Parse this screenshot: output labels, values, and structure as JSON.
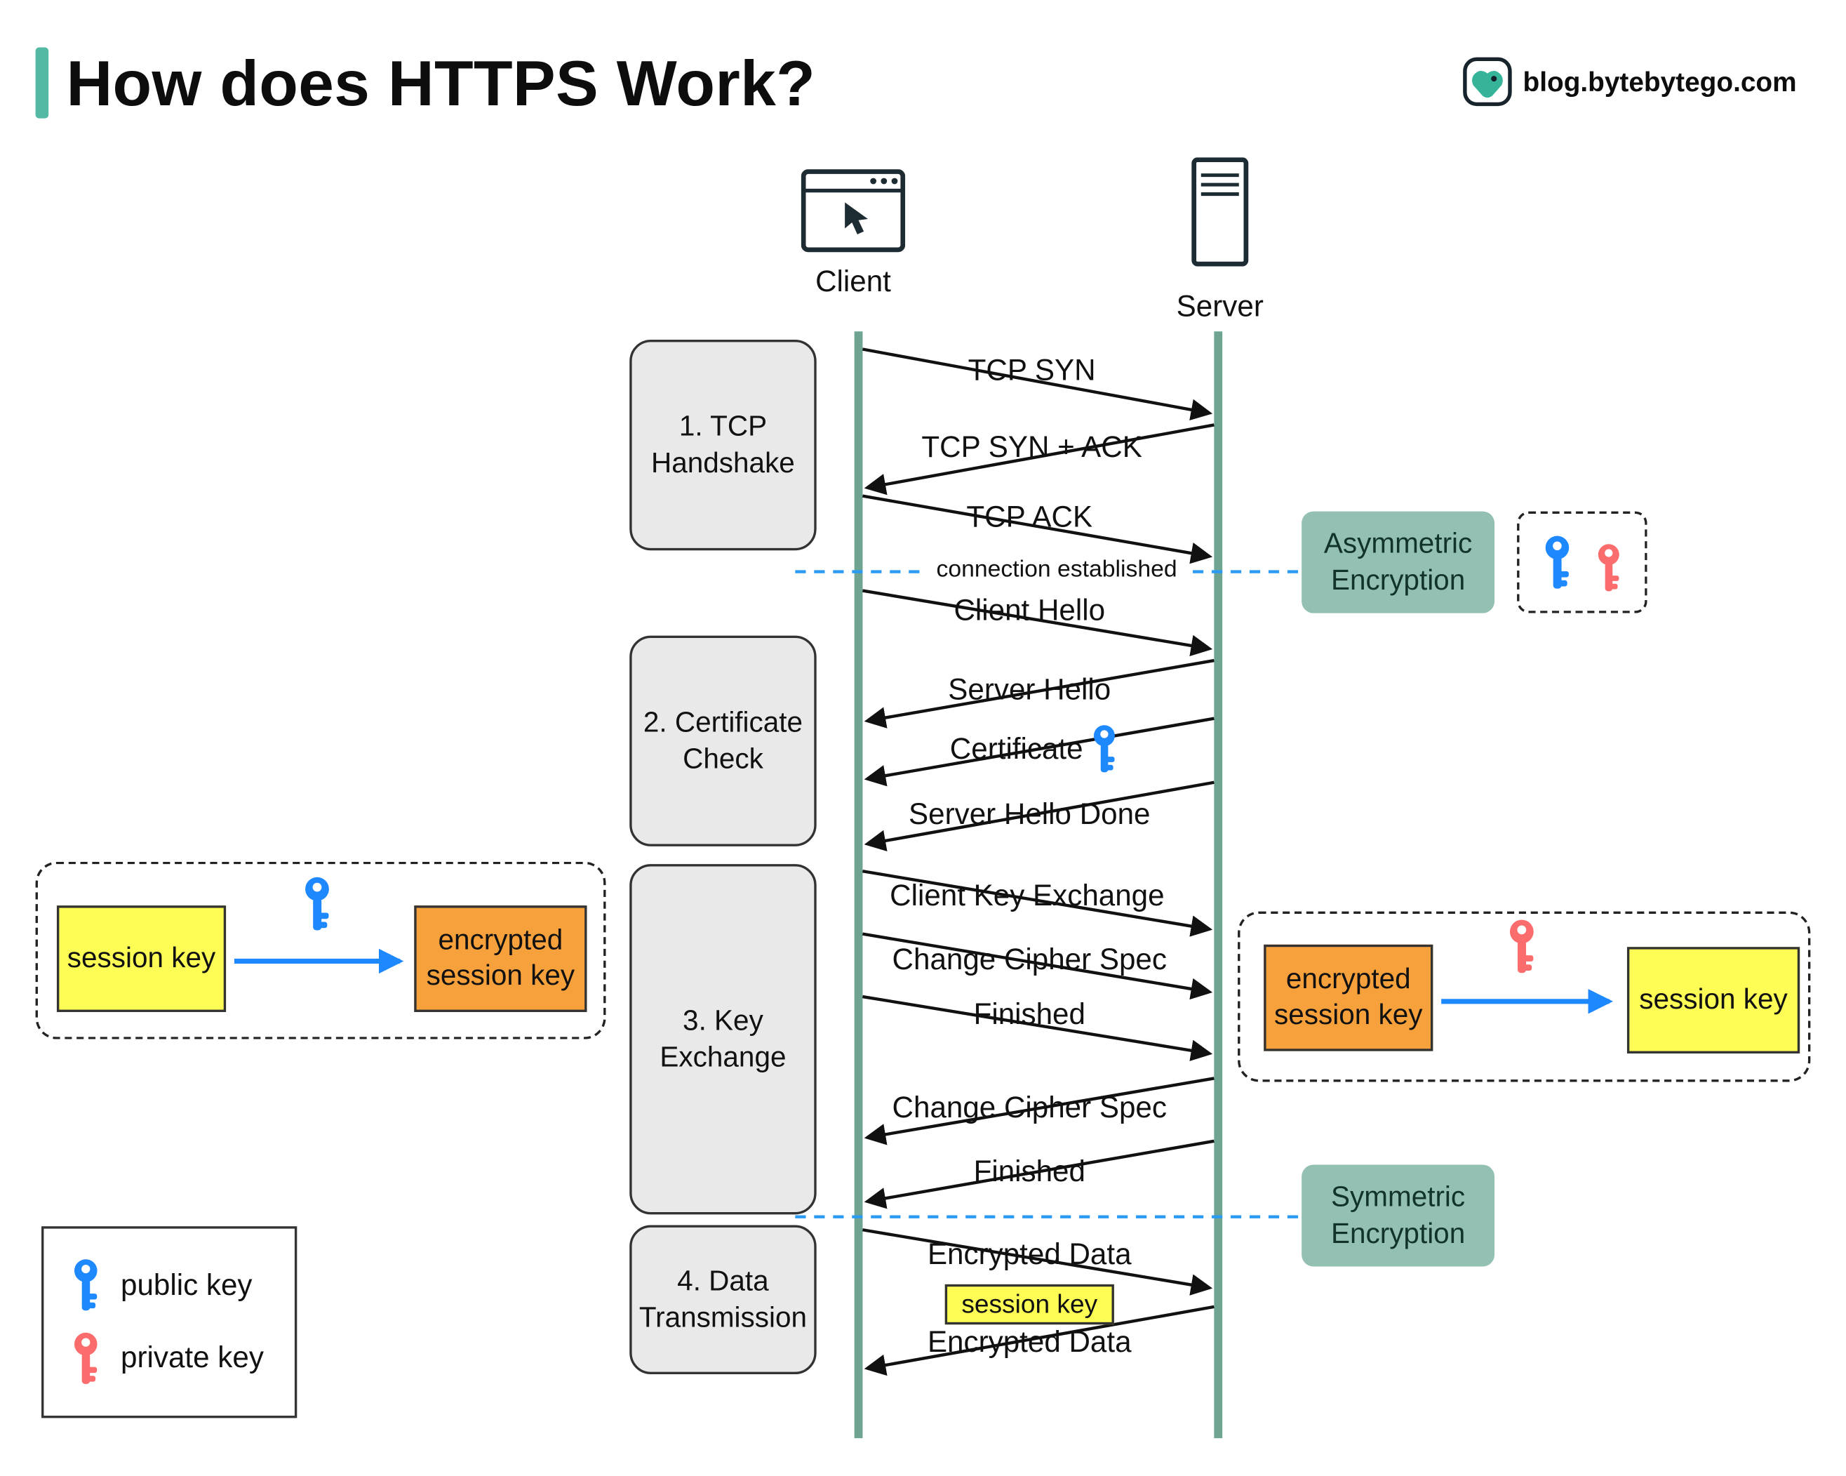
{
  "header": {
    "title": "How does HTTPS Work?",
    "site": "blog.bytebytego.com"
  },
  "actors": {
    "client": "Client",
    "server": "Server"
  },
  "phases": [
    {
      "label": "1. TCP Handshake"
    },
    {
      "label": "2. Certificate Check"
    },
    {
      "label": "3. Key Exchange"
    },
    {
      "label": "4. Data Transmission"
    }
  ],
  "messages": [
    {
      "label": "TCP SYN",
      "from": "client",
      "to": "server"
    },
    {
      "label": "TCP SYN + ACK",
      "from": "server",
      "to": "client"
    },
    {
      "label": "TCP ACK",
      "from": "client",
      "to": "server"
    },
    {
      "label": "connection established",
      "type": "milestone"
    },
    {
      "label": "Client Hello",
      "from": "client",
      "to": "server"
    },
    {
      "label": "Server Hello",
      "from": "server",
      "to": "client"
    },
    {
      "label": "Certificate",
      "from": "server",
      "to": "client",
      "icon": "public-key"
    },
    {
      "label": "Server Hello Done",
      "from": "server",
      "to": "client"
    },
    {
      "label": "Client Key Exchange",
      "from": "client",
      "to": "server"
    },
    {
      "label": "Change Cipher Spec",
      "from": "client",
      "to": "server"
    },
    {
      "label": "Finished",
      "from": "client",
      "to": "server"
    },
    {
      "label": "Change Cipher Spec",
      "from": "server",
      "to": "client"
    },
    {
      "label": "Finished",
      "from": "server",
      "to": "client"
    },
    {
      "label": "Encrypted Data",
      "from": "client",
      "to": "server"
    },
    {
      "label": "session key",
      "type": "tag"
    },
    {
      "label": "Encrypted Data",
      "from": "server",
      "to": "client"
    }
  ],
  "annotations": {
    "asymmetric": "Asymmetric Encryption",
    "symmetric": "Symmetric Encryption",
    "left_flow": {
      "source": "session key",
      "target": "encrypted session key"
    },
    "right_flow": {
      "source": "encrypted session key",
      "target": "session key"
    }
  },
  "legend": {
    "public_key": "public key",
    "private_key": "private key"
  },
  "colors": {
    "accent": "#53b9a5",
    "lifeline": "#6fa491",
    "annotation_fill": "#93c0b2",
    "session_key_fill": "#fdfd55",
    "encrypted_key_fill": "#f7a13c",
    "public_key": "#1e88fe",
    "private_key": "#fb6d6d",
    "milestone_line": "#2b9af3"
  }
}
